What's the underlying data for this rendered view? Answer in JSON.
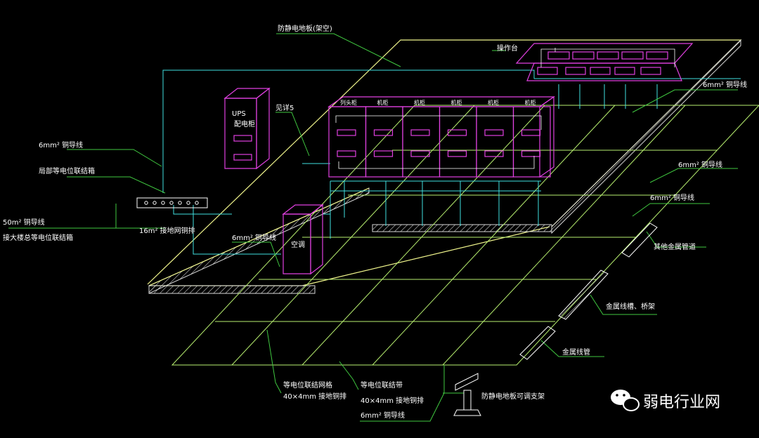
{
  "colors": {
    "background": "#000000",
    "floor_yellow": "#f0f58c",
    "grid_green": "#b8f070",
    "cabinet_magenta": "#e040e0",
    "wire_cyan": "#40e0e0",
    "leader_green": "#40c840",
    "text_white": "#ffffff"
  },
  "labels": {
    "floor": "防静电地板(架空)",
    "console": "操作台",
    "ups_en": "UPS",
    "ups_cn": "配电柜",
    "see_detail": "见详5",
    "head_cabinet": "列头柜",
    "cabinet": "机柜",
    "ac": "空调",
    "wire_6mm_left": "6mm² 铜导线",
    "local_bar": "局部等电位联结箱",
    "wire_50mm": "50m² 铜导线",
    "main_bar": "接大楼总等电位联结箱",
    "grid_16mm": "16m² 接地网铜排",
    "wire_6mm_ac": "6mm² 铜导线",
    "wire_6mm_right1": "6mm² 铜导线",
    "wire_6mm_right2": "6mm² 铜导线",
    "wire_6mm_right3": "6mm² 铜导线",
    "other_pipe": "其他金属管道",
    "cable_tray": "金属线槽、桥架",
    "cable_duct": "金属线管",
    "grid_mesh": "等电位联结网格",
    "mesh_size": "40×4mm 接地铜排",
    "equip_strip": "等电位联结带",
    "strip_size": "40×4mm 接地铜排",
    "wire_6mm_bottom": "6mm² 铜导线",
    "adjustable_support": "防静电地板可调支架",
    "watermark": "弱电行业网"
  },
  "cabinets": [
    {
      "label": "列头柜"
    },
    {
      "label": "机柜"
    },
    {
      "label": "机柜"
    },
    {
      "label": "机柜"
    },
    {
      "label": "机柜"
    },
    {
      "label": "机柜"
    }
  ]
}
